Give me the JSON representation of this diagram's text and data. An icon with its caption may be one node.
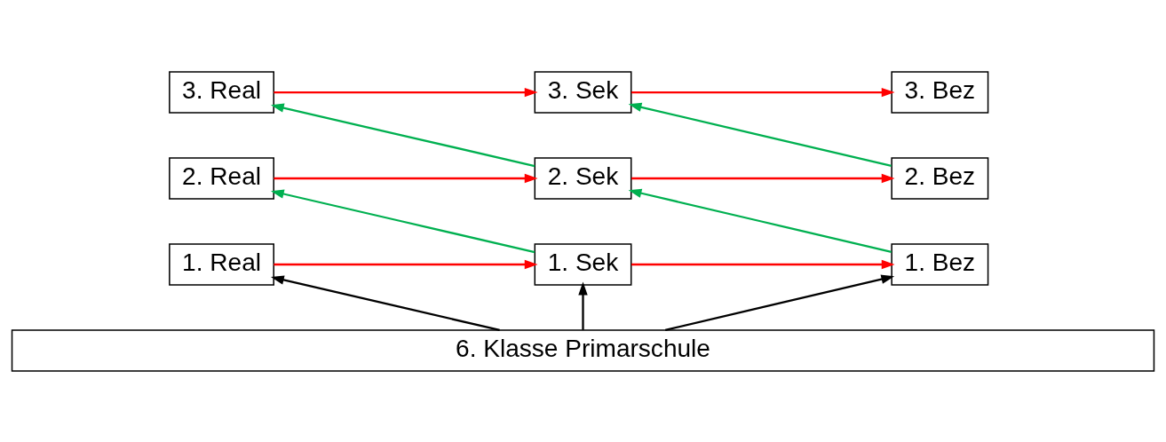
{
  "diagram": {
    "nodes": [
      {
        "text": [
          "3. Real"
        ]
      },
      {
        "text": [
          "3. Sek"
        ]
      },
      {
        "text": [
          "3. Bez"
        ]
      },
      {
        "text": [
          "2. Real"
        ]
      },
      {
        "text": [
          "2. Sek"
        ]
      },
      {
        "text": [
          "2. Bez"
        ]
      },
      {
        "text": [
          "1. Real"
        ]
      },
      {
        "text": [
          "1. Sek"
        ]
      },
      {
        "text": [
          "1. Bez"
        ]
      },
      {
        "text": [
          "6. Klasse Primarschule"
        ]
      }
    ],
    "edges": [
      {
        "from": 0,
        "to": 1,
        "arrow": "to"
      },
      {
        "from": 1,
        "to": 2,
        "arrow": "to"
      },
      {
        "from": 4,
        "to": 0,
        "arrow": "to",
        "color": "#00b050"
      },
      {
        "from": 5,
        "to": 1,
        "arrow": "to",
        "color": "#00b050"
      },
      {
        "from": 3,
        "to": 4,
        "arrow": "to"
      },
      {
        "from": 4,
        "to": 5,
        "arrow": "to"
      },
      {
        "from": 7,
        "to": 3,
        "arrow": "to",
        "color": "#00b050"
      },
      {
        "from": 8,
        "to": 4,
        "arrow": "to",
        "color": "#00b050"
      },
      {
        "from": 6,
        "to": 7,
        "arrow": "to"
      },
      {
        "from": 7,
        "to": 8,
        "arrow": "to"
      },
      {
        "from": 9,
        "to": 6,
        "arrow": "to",
        "color": "#000000"
      },
      {
        "from": 9,
        "to": 7,
        "arrow": "to",
        "color": "#000000"
      },
      {
        "from": 9,
        "to": 8,
        "arrow": "to",
        "color": "#000000"
      }
    ]
  }
}
